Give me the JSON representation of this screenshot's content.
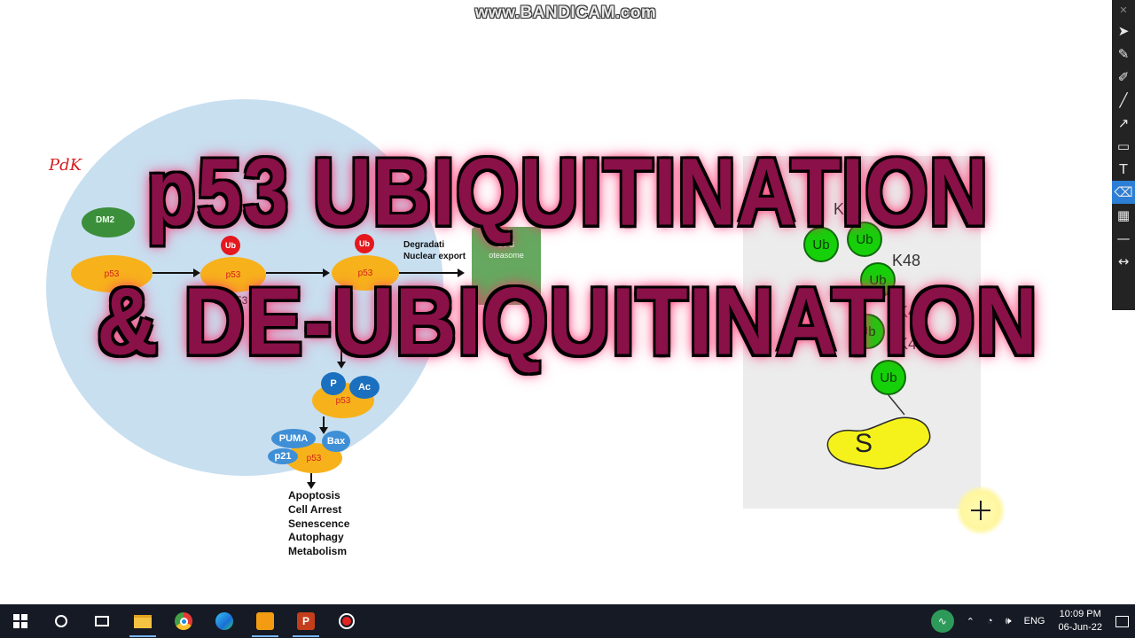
{
  "watermark": "www.BANDICAM.com",
  "title": {
    "line1": "p53 UBIQUITINATION",
    "line2": "& DE-UBIQUITINATION"
  },
  "diagram": {
    "handwritten_label": "PdK",
    "mdm2_label": "DM2",
    "p53": "p53",
    "ub": "Ub",
    "polyub_label": "Ub-p53",
    "degradation_label": "Degradati",
    "nuclear_export_label": "Nuclear export",
    "proteasome_line1": "26 S",
    "proteasome_line2": "oteasome",
    "phospho": "P",
    "acetyl": "Ac",
    "puma": "PUMA",
    "bax": "Bax",
    "p21": "p21",
    "outcomes": [
      "Apoptosis",
      "Cell Arrest",
      "Senescence",
      "Autophagy",
      "Metabolism"
    ]
  },
  "ub_chain": {
    "ub": "Ub",
    "k48": "K48",
    "substrate": "S"
  },
  "toolbar_icons": [
    "close-icon",
    "cursor-icon",
    "pen-icon",
    "marker-icon",
    "line-icon",
    "arrow-icon",
    "rectangle-icon",
    "text-icon",
    "eraser-icon",
    "checker-icon",
    "minus-icon",
    "expand-icon"
  ],
  "taskbar": {
    "language": "ENG",
    "time": "10:09 PM",
    "date": "06-Jun-22"
  },
  "colors": {
    "title": "#8a1048",
    "title_glow": "#ff2d6e",
    "ub_green": "#16d00a",
    "substrate_yellow": "#f4f21a",
    "p53_orange": "#f7b21b",
    "taskbar": "#161a24"
  }
}
